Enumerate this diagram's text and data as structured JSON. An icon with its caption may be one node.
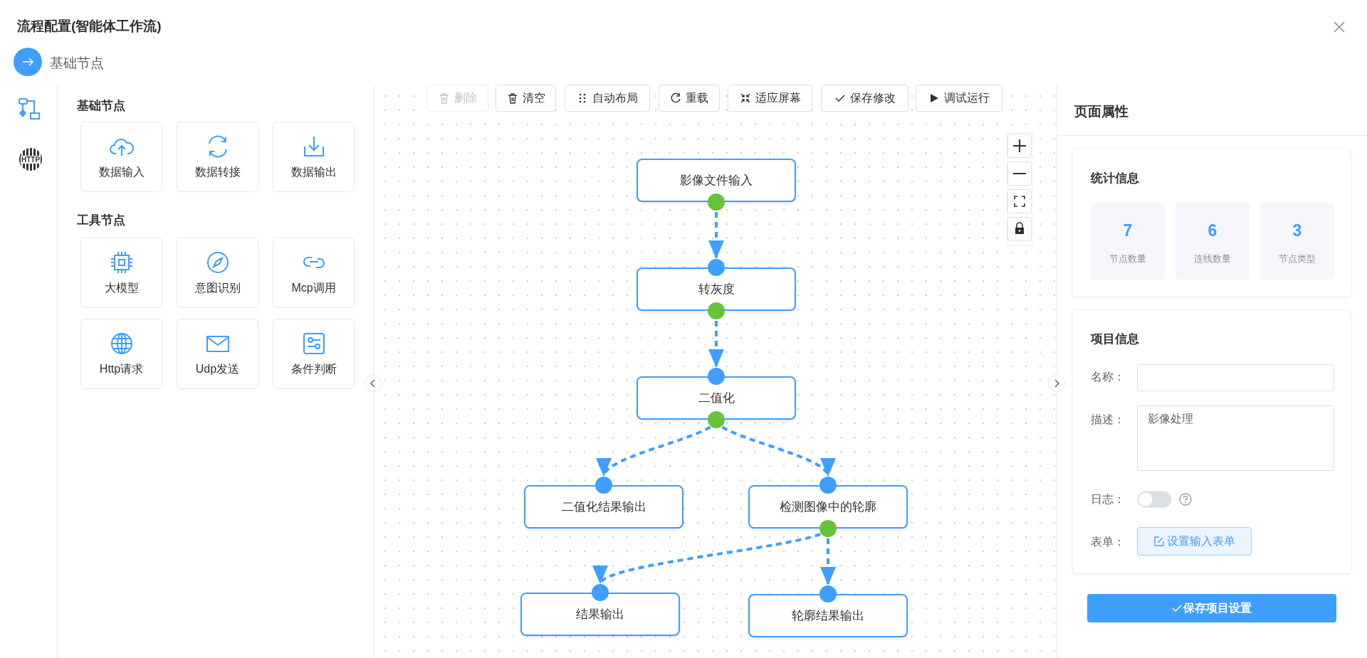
{
  "diagram": {
    "title": "流程配置(智能体工作流)",
    "nodes": [
      {
        "text": [
          "影像文件输入"
        ]
      },
      {
        "text": [
          "转灰度"
        ]
      },
      {
        "text": [
          "二值化"
        ]
      },
      {
        "text": [
          "二值化结果输出"
        ]
      },
      {
        "text": [
          "检测图像中的轮廓"
        ]
      },
      {
        "text": [
          "结果输出"
        ]
      },
      {
        "text": [
          "轮廓结果输出"
        ]
      }
    ],
    "edges": [
      {
        "from": 0,
        "to": 1,
        "arrow": "to",
        "style": "dashed"
      },
      {
        "from": 1,
        "to": 2,
        "arrow": "to",
        "style": "dashed"
      },
      {
        "from": 2,
        "to": 3,
        "arrow": "to",
        "style": "dashed"
      },
      {
        "from": 2,
        "to": 4,
        "arrow": "to",
        "style": "dashed"
      },
      {
        "from": 4,
        "to": 5,
        "arrow": "to",
        "style": "dashed"
      },
      {
        "from": 4,
        "to": 6,
        "arrow": "to",
        "style": "dashed"
      }
    ],
    "labels": [
      "基础节点",
      "HTTP",
      "基础节点",
      "数据输入",
      "数据转接",
      "数据输出",
      "工具节点",
      "大模型",
      "意图识别",
      "Mcp调用",
      "Http请求",
      "Udp发送",
      "条件判断",
      "删除",
      "清空",
      "自动布局",
      "重载",
      "适应屏幕",
      "保存修改",
      "调试运行",
      "页面属性",
      "统计信息",
      "7",
      "节点数量",
      "6",
      "连线数量",
      "3",
      "节点类型",
      "项目信息",
      "名称：",
      "描述：",
      "影像处理",
      "日志：",
      "表单：",
      "设置输入表单",
      "保存项目设置"
    ]
  }
}
